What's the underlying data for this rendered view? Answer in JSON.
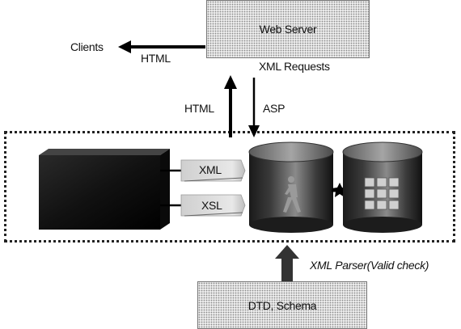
{
  "web_server": {
    "label": "Web Server"
  },
  "clients": {
    "label": "Clients",
    "arrow_label": "HTML"
  },
  "xml_requests": {
    "label": "XML Requests"
  },
  "up_arrow_label": "HTML",
  "down_arrow_label": "ASP",
  "documents": {
    "xml": "XML",
    "xsl": "XSL"
  },
  "parser": {
    "label_main": "XML Parser",
    "label_paren": "(Valid check)"
  },
  "dtd_schema": {
    "label": "DTD, Schema"
  },
  "icons": {
    "database": "database-cylinder-icon",
    "grid": "grid-database-icon",
    "figure": "walking-figure-icon",
    "connector": "link-star-icon"
  }
}
